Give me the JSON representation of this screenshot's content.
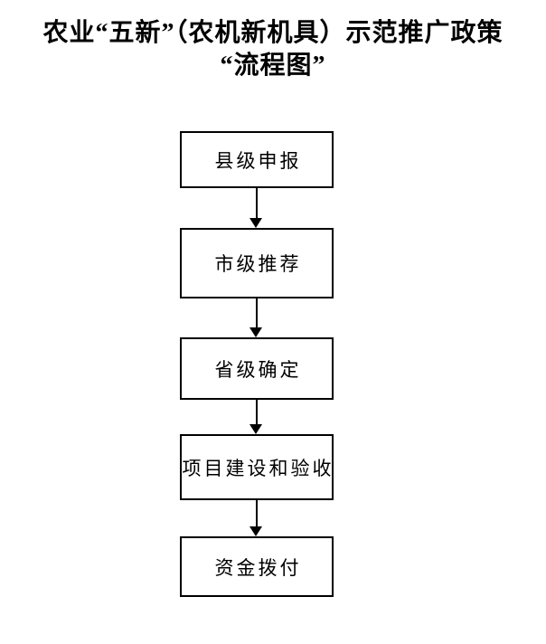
{
  "title": {
    "line1": "农业“五新”（农机新机具）示范推广政策",
    "line2": "“流程图”"
  },
  "flow": {
    "nodes": [
      {
        "label": "县级申报"
      },
      {
        "label": "市级推荐"
      },
      {
        "label": "省级确定"
      },
      {
        "label": "项目建设和验收"
      },
      {
        "label": "资金拨付"
      }
    ],
    "connector_style": "straight-down-arrow"
  },
  "colors": {
    "background": "#ffffff",
    "line": "#000000",
    "text": "#000000"
  }
}
